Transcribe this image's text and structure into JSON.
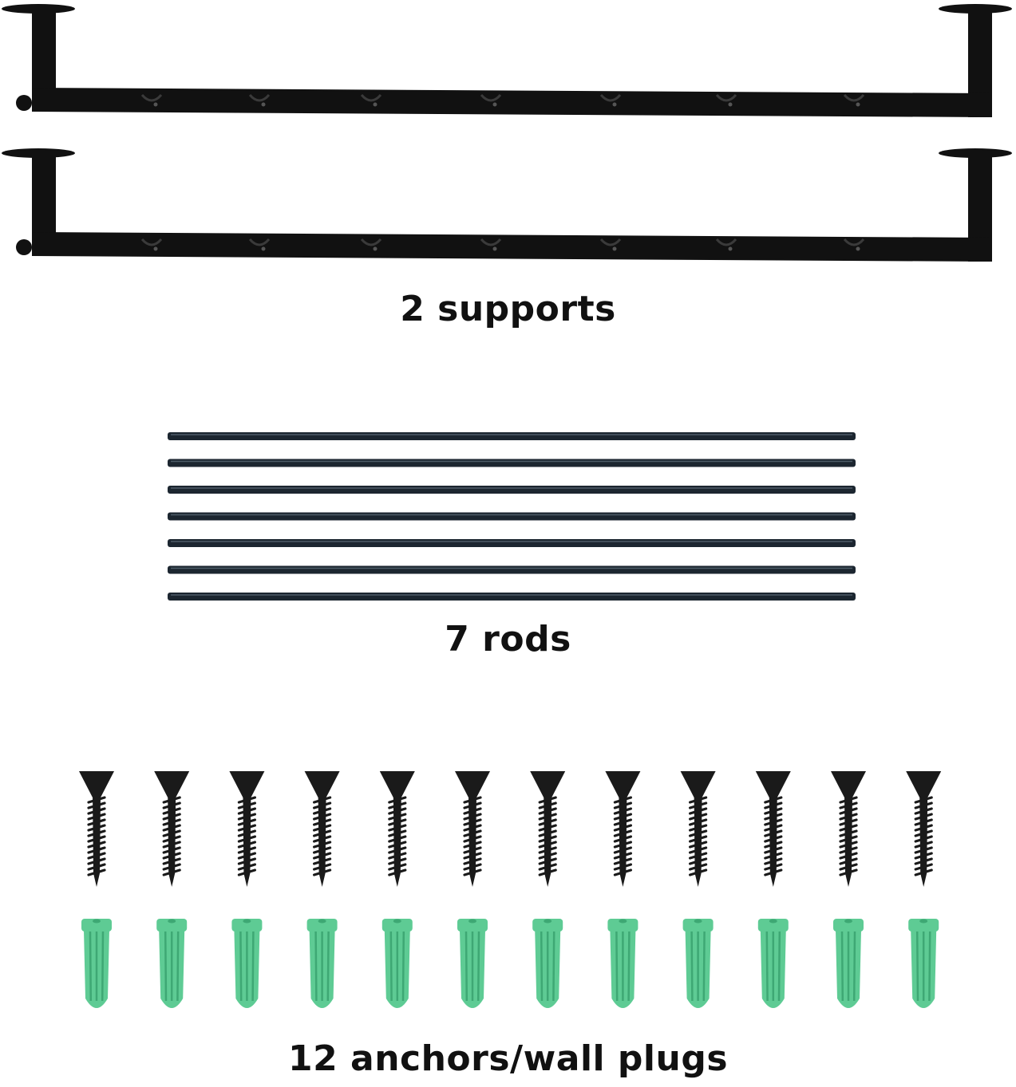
{
  "captions": {
    "supports": "2 supports",
    "rods": "7 rods",
    "anchors": "12 anchors/wall plugs"
  },
  "colors": {
    "metal": "#111111",
    "rod": "#1c2630",
    "screw": "#1a1a1a",
    "plug": "#5ecb94",
    "plug_dark": "#3ea874",
    "background": "#ffffff"
  },
  "icons": {
    "support": "ceiling-hanger-bracket",
    "rod": "metal-rod",
    "screw": "wood-screw",
    "plug": "wall-plug"
  },
  "counts": {
    "supports": 2,
    "rods": 7,
    "screws": 12,
    "plugs": 12
  }
}
